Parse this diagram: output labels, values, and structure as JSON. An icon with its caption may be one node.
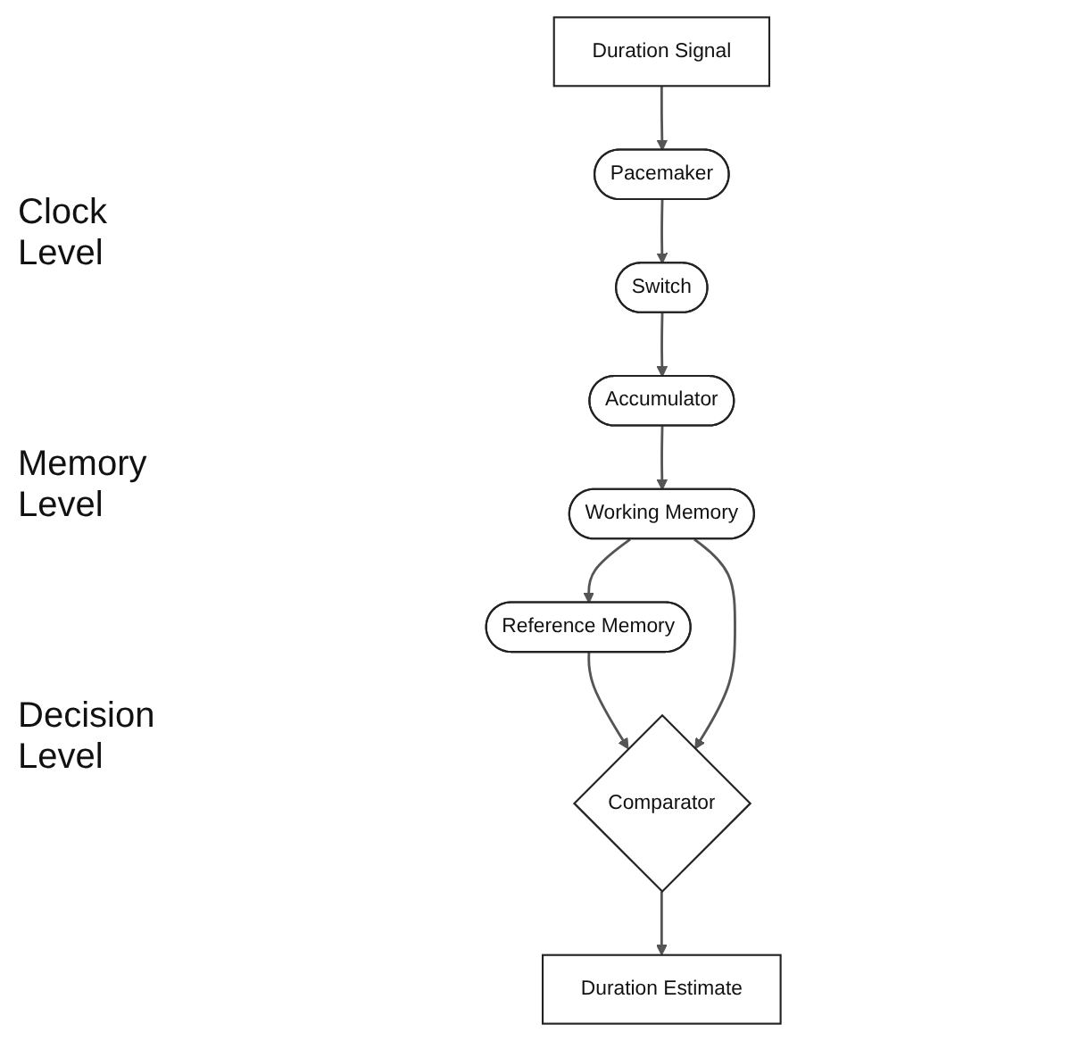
{
  "diagram": {
    "nodes": [
      {
        "text": [
          "Duration Signal"
        ]
      },
      {
        "text": [
          "Pacemaker"
        ]
      },
      {
        "text": [
          "Switch"
        ]
      },
      {
        "text": [
          "Accumulator"
        ]
      },
      {
        "text": [
          "Reference Memory"
        ]
      },
      {
        "text": [
          "Working Memory"
        ]
      },
      {
        "text": [
          "Comparator"
        ]
      },
      {
        "text": [
          "Duration Estimate"
        ]
      }
    ],
    "edges": [
      {
        "from": 0,
        "to": 1,
        "arrow": "to"
      },
      {
        "from": 1,
        "to": 2,
        "arrow": "to"
      },
      {
        "from": 2,
        "to": 3,
        "arrow": "to"
      },
      {
        "from": 3,
        "to": 5,
        "arrow": "to"
      },
      {
        "from": 5,
        "to": 4,
        "arrow": "to"
      },
      {
        "from": 4,
        "to": 6,
        "arrow": "to"
      },
      {
        "from": 5,
        "to": 6,
        "arrow": "to"
      },
      {
        "from": 6,
        "to": 7,
        "arrow": "to"
      }
    ],
    "labels": [
      "Clock Level",
      "Memory Level",
      "Decision Level"
    ]
  }
}
